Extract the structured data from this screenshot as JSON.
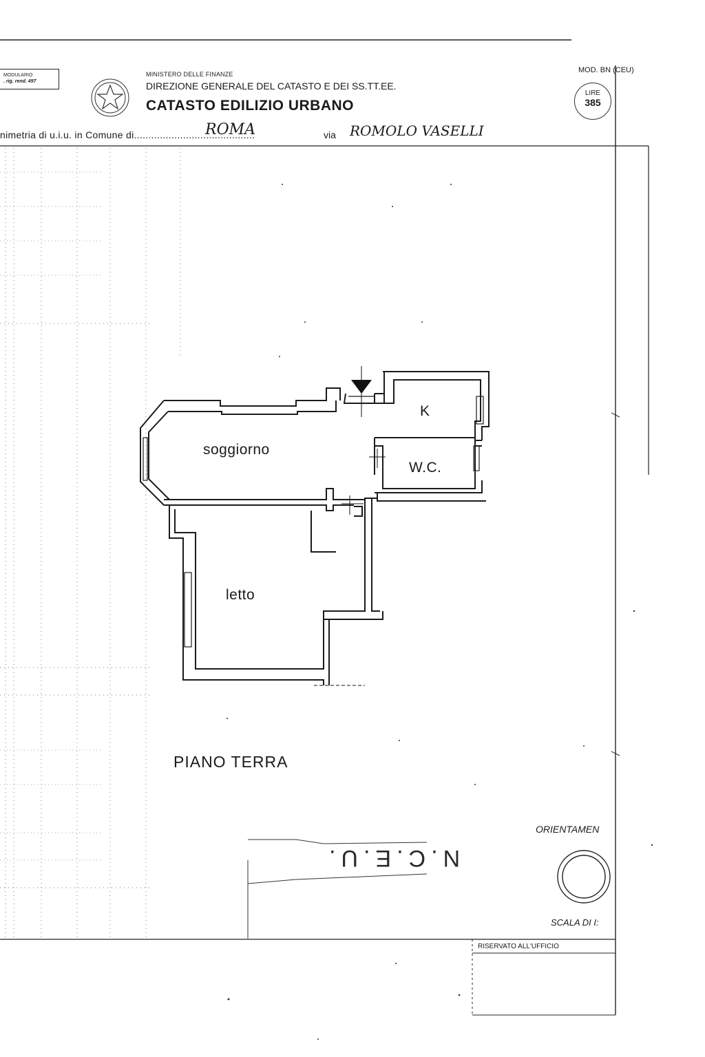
{
  "header": {
    "modulario_line1": "MODULARIO",
    "modulario_line2": ". rig. rend. 497",
    "ministry": "MINISTERO DELLE FINANZE",
    "direzione": "DIREZIONE GENERALE DEL CATASTO E DEI SS.TT.EE.",
    "catasto": "CATASTO EDILIZIO URBANO",
    "mod": "MOD. BN (CEU)",
    "lire_label": "LIRE",
    "lire_value": "385"
  },
  "planimetria": {
    "label": "nimetria di u.i.u. in Comune di..........................................",
    "comune": "ROMA",
    "via_label": "via",
    "via_value": "ROMOLO VASELLI"
  },
  "rooms": {
    "soggiorno": "soggiorno",
    "kitchen": "K",
    "wc": "W.C.",
    "letto": "letto"
  },
  "floor": "PIANO TERRA",
  "footer": {
    "orientamento": "ORIENTAMEN",
    "scala": "SCALA DI I:",
    "riservato": "RISERVATO ALL'UFFICIO",
    "stamp": "N.C.E.U."
  }
}
